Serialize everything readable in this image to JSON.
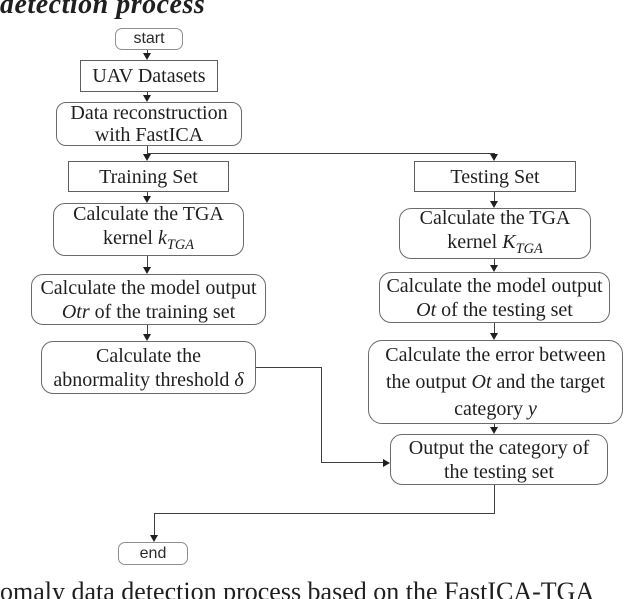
{
  "page": {
    "title_partial": "detection process",
    "caption_partial": "omaly data detection process based on the FastICA-TGA"
  },
  "flowchart": {
    "nodes": {
      "start": {
        "label": "start"
      },
      "datasets": {
        "label": "UAV Datasets"
      },
      "reconstruction": {
        "line1": "Data reconstruction",
        "line2": "with FastICA"
      },
      "training_set": {
        "label": "Training Set"
      },
      "testing_set": {
        "label": "Testing Set"
      },
      "train_kernel": {
        "line1": "Calculate the TGA",
        "line2_prefix": "kernel ",
        "var": "k",
        "sub": "TGA"
      },
      "test_kernel": {
        "line1": "Calculate the TGA",
        "line2_prefix": "kernel ",
        "var": "K",
        "sub": "TGA"
      },
      "train_output": {
        "line1": "Calculate the model output",
        "var": "Otr",
        "line2_suffix": " of the training set"
      },
      "test_output": {
        "line1": "Calculate the model output",
        "var": "Ot",
        "line2_suffix": " of the testing set"
      },
      "threshold": {
        "line1": "Calculate the",
        "line2_prefix": "abnormality threshold ",
        "var": "δ"
      },
      "error": {
        "line1": "Calculate the error between",
        "line2_prefix": "the output ",
        "var": "Ot",
        "line2_suffix": " and the target",
        "line3_prefix": "category ",
        "var2": "y"
      },
      "output_category": {
        "line1": "Output the category of",
        "line2": "the testing set"
      },
      "end": {
        "label": "end"
      }
    },
    "colors": {
      "background": "#ffffff",
      "box_border": "#6b6b6b",
      "connector_line": "#3f3f3f",
      "arrowhead": "#1f1f1f",
      "text": "#1f1f1f"
    }
  }
}
